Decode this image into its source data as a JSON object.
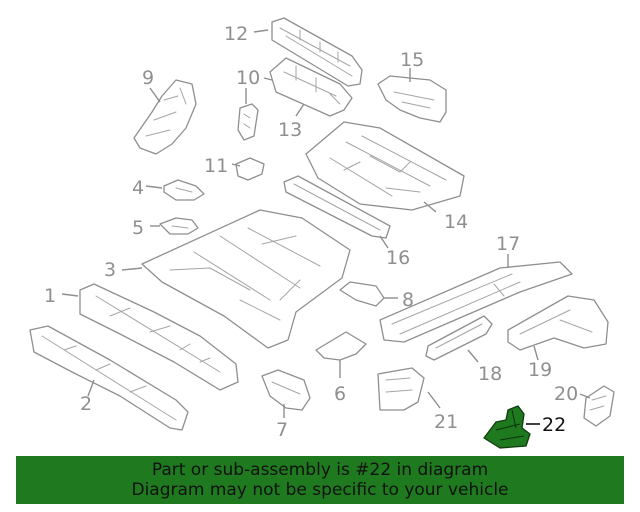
{
  "diagram": {
    "highlight_color": "#1f7a1f",
    "part_line_color": "#8f8f8f",
    "callouts": [
      {
        "id": "1",
        "label": "1"
      },
      {
        "id": "2",
        "label": "2"
      },
      {
        "id": "3",
        "label": "3"
      },
      {
        "id": "4",
        "label": "4"
      },
      {
        "id": "5",
        "label": "5"
      },
      {
        "id": "6",
        "label": "6"
      },
      {
        "id": "7",
        "label": "7"
      },
      {
        "id": "8",
        "label": "8"
      },
      {
        "id": "9",
        "label": "9"
      },
      {
        "id": "10",
        "label": "10"
      },
      {
        "id": "11",
        "label": "11"
      },
      {
        "id": "12",
        "label": "12"
      },
      {
        "id": "13",
        "label": "13"
      },
      {
        "id": "14",
        "label": "14"
      },
      {
        "id": "15",
        "label": "15"
      },
      {
        "id": "16",
        "label": "16"
      },
      {
        "id": "17",
        "label": "17"
      },
      {
        "id": "18",
        "label": "18"
      },
      {
        "id": "19",
        "label": "19"
      },
      {
        "id": "20",
        "label": "20"
      },
      {
        "id": "21",
        "label": "21"
      },
      {
        "id": "22",
        "label": "22",
        "highlighted": true
      }
    ]
  },
  "banner": {
    "line1": "Part or sub-assembly is #22 in diagram",
    "line2": "Diagram may not be specific to your vehicle",
    "background": "#1f7a1f"
  }
}
